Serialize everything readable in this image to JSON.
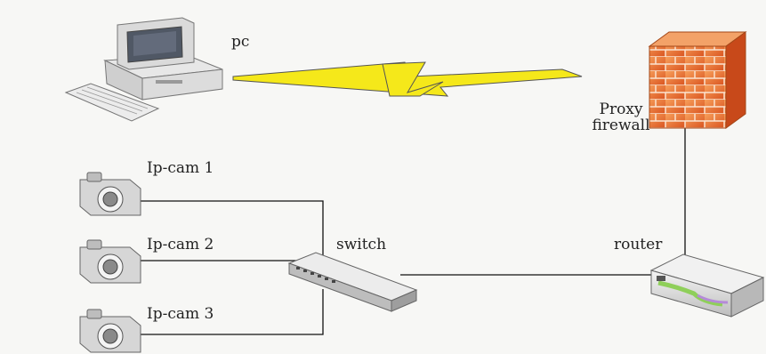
{
  "nodes": {
    "pc": "pc",
    "firewall_line1": "Proxy",
    "firewall_line2": "firewall",
    "cam1": "Ip-cam 1",
    "cam2": "Ip-cam 2",
    "cam3": "Ip-cam 3",
    "switch": "switch",
    "router": "router"
  },
  "colors": {
    "lightning": "#f5e81a",
    "firewall_brick": "#e8672a",
    "links": "#111111"
  },
  "icons": [
    "computer-icon",
    "firewall-icon",
    "camera-icon",
    "switch-icon",
    "router-icon",
    "lightning-icon"
  ]
}
